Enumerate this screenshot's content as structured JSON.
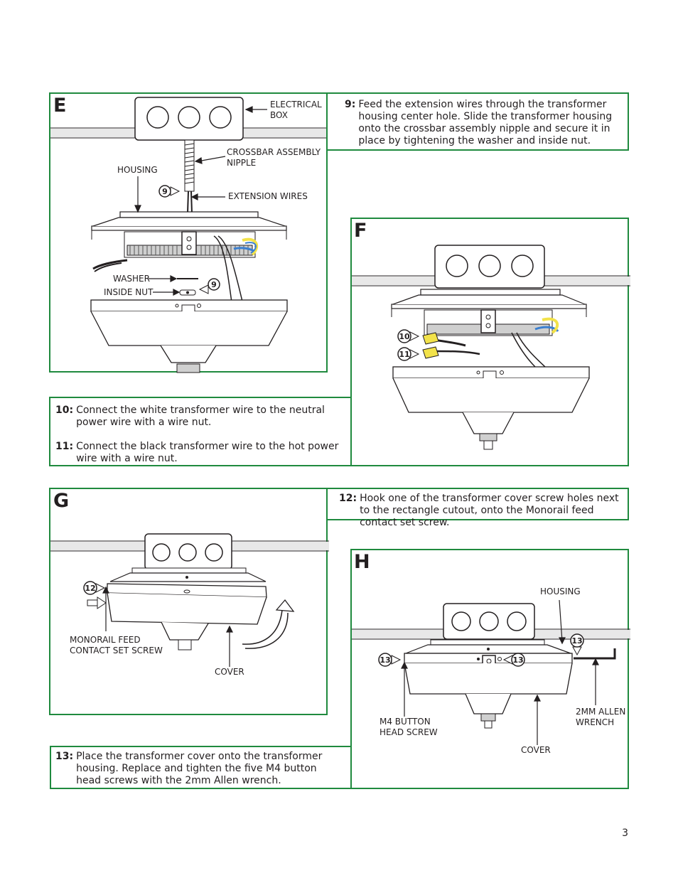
{
  "panels": {
    "E": {
      "letter": "E",
      "labels": {
        "electrical_box": [
          "ELECTRICAL",
          "BOX"
        ],
        "crossbar": [
          "CROSSBAR ASSEMBLY",
          "NIPPLE"
        ],
        "housing": "HOUSING",
        "extension_wires": "EXTENSION WIRES",
        "washer": "WASHER",
        "inside_nut": "INSIDE NUT"
      },
      "callouts": [
        "9",
        "9"
      ]
    },
    "F": {
      "letter": "F",
      "callouts": [
        "10",
        "11"
      ]
    },
    "G": {
      "letter": "G",
      "labels": {
        "monorail": [
          "MONORAIL FEED",
          "CONTACT SET SCREW"
        ],
        "cover": "COVER"
      },
      "callouts": [
        "12"
      ]
    },
    "H": {
      "letter": "H",
      "labels": {
        "housing": "HOUSING",
        "m4": [
          "M4 BUTTON",
          "HEAD SCREW"
        ],
        "cover": "COVER",
        "allen": [
          "2MM ALLEN",
          "WRENCH"
        ]
      },
      "callouts": [
        "13",
        "13",
        "13"
      ]
    }
  },
  "steps": {
    "s9": {
      "num": "9:",
      "text": "Feed the extension wires through the transformer housing center hole. Slide the transformer housing onto the crossbar assembly nipple and secure it in place by tightening the washer and inside nut."
    },
    "s10": {
      "num": "10:",
      "text": "Connect the white transformer wire to the neutral power wire with a wire nut."
    },
    "s11": {
      "num": "11:",
      "text": "Connect the black transformer wire to the hot power wire with a wire nut."
    },
    "s12": {
      "num": "12:",
      "text": "Hook one of the transformer cover screw holes next to the rectangle cutout, onto the Monorail feed contact set screw."
    },
    "s13": {
      "num": "13:",
      "text": "Place the transformer cover onto the transformer housing. Replace and tighten the five M4 button head screws with the 2mm Allen wrench."
    }
  },
  "page_number": "3",
  "colors": {
    "border": "#1f8a3e",
    "wire_yellow": "#f2e24a",
    "wire_blue": "#3a7fd0"
  }
}
